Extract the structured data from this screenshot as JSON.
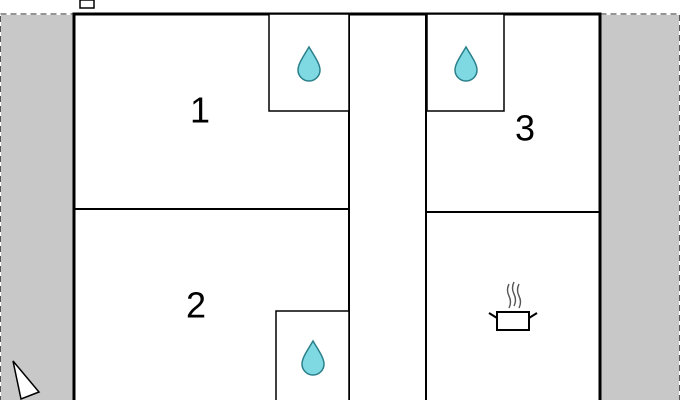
{
  "floorplan": {
    "rooms": [
      {
        "label": "1",
        "type": "room"
      },
      {
        "label": "2",
        "type": "room"
      },
      {
        "label": "3",
        "type": "room"
      },
      {
        "label": "",
        "type": "kitchen",
        "icon": "cooking-pot-icon"
      }
    ],
    "fixtures": [
      {
        "room": "1",
        "icon": "water-drop-icon"
      },
      {
        "room": "3",
        "icon": "water-drop-icon"
      },
      {
        "room": "2",
        "icon": "water-drop-icon"
      }
    ],
    "corridor": {
      "label": ""
    },
    "outside_areas": {
      "left": "",
      "right": ""
    },
    "entrance": {
      "icon": "entrance-arrow-icon"
    },
    "colors": {
      "walls": "#000000",
      "outside_fill": "#c8c8c8",
      "interior_fill": "#ffffff",
      "water_drop_fill": "#7fd9e3",
      "water_drop_stroke": "#2a7f8a",
      "boundary_dashed": "#555555"
    }
  }
}
